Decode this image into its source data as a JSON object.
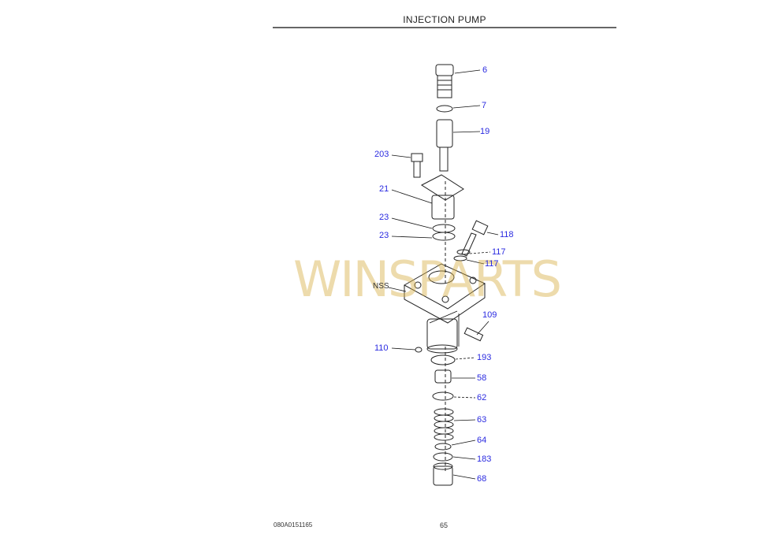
{
  "header": {
    "title": "INJECTION PUMP"
  },
  "callouts": [
    "6",
    "7",
    "19",
    "203",
    "21",
    "23",
    "23",
    "118",
    "117",
    "117",
    "NSS",
    "109",
    "110",
    "193",
    "58",
    "62",
    "63",
    "64",
    "183",
    "68"
  ],
  "watermark": "WINSPARTS",
  "footer": {
    "code": "080A0151165",
    "page": "65"
  },
  "colors": {
    "callout": "#2a2ae0",
    "watermark": "#d7af46"
  }
}
